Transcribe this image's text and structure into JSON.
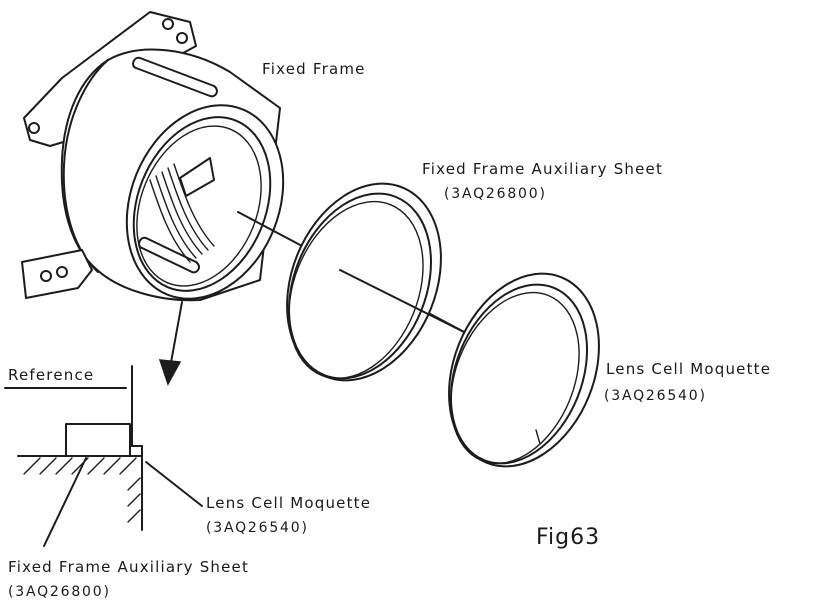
{
  "diagram": {
    "labels": {
      "fixed_frame": "Fixed Frame",
      "aux_sheet": "Fixed Frame Auxiliary Sheet",
      "aux_sheet_part": "(3AQ26800)",
      "lens_cell_moquette": "Lens Cell Moquette",
      "lens_cell_moquette_part": "(3AQ26540)",
      "reference": "Reference",
      "detail_moquette": "Lens Cell Moquette",
      "detail_moquette_part": "(3AQ26540)",
      "detail_aux_sheet": "Fixed Frame Auxiliary Sheet",
      "detail_aux_sheet_part": "(3AQ26800)",
      "figure_number": "Fig63"
    }
  }
}
